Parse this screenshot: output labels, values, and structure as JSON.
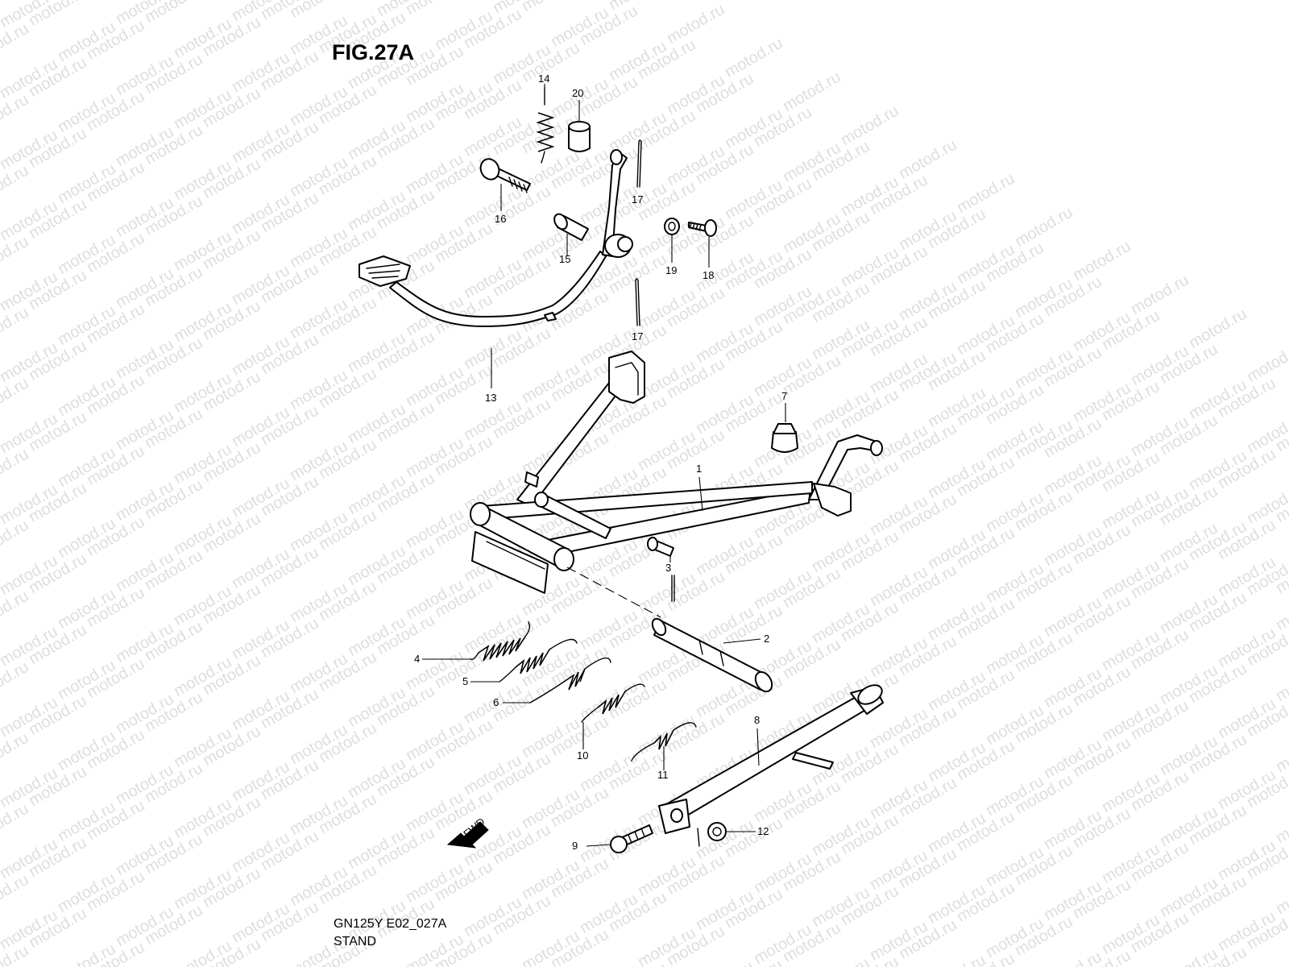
{
  "figure": {
    "title": "FIG.27A",
    "code": "GN125Y E02_027A",
    "name": "STAND"
  },
  "watermark": "motod.ru",
  "fwd_label": "FWD",
  "callouts": [
    "1",
    "2",
    "3",
    "4",
    "5",
    "6",
    "7",
    "8",
    "9",
    "10",
    "11",
    "12",
    "13",
    "14",
    "15",
    "16",
    "17",
    "17",
    "18",
    "19",
    "20"
  ]
}
